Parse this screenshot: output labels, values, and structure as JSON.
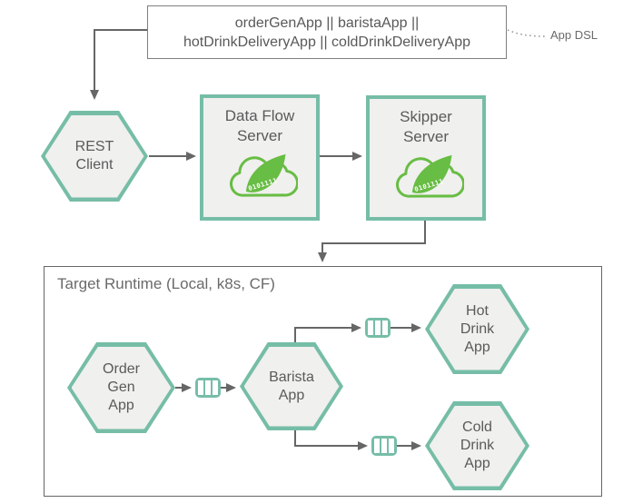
{
  "title_box": {
    "line1": "orderGenApp || baristaApp ||",
    "line2": "hotDrinkDeliveryApp || coldDrinkDeliveryApp"
  },
  "annotation": {
    "label": "App DSL"
  },
  "nodes": {
    "rest_client": {
      "lines": [
        "REST",
        "Client"
      ]
    },
    "data_flow_server": {
      "lines": [
        "Data Flow",
        "Server"
      ]
    },
    "skipper_server": {
      "lines": [
        "Skipper",
        "Server"
      ]
    },
    "order_gen_app": {
      "lines": [
        "Order",
        "Gen",
        "App"
      ]
    },
    "barista_app": {
      "lines": [
        "Barista",
        "App"
      ]
    },
    "hot_drink_app": {
      "lines": [
        "Hot",
        "Drink",
        "App"
      ]
    },
    "cold_drink_app": {
      "lines": [
        "Cold",
        "Drink",
        "App"
      ]
    }
  },
  "target_runtime": {
    "title": "Target Runtime (Local, k8s, CF)"
  },
  "icons": {
    "spring_cloud_logo": "spring-cloud-logo",
    "queue": "message-queue-icon",
    "logo_binary": "0101111"
  },
  "colors": {
    "node_border_teal": "#76bda7",
    "node_fill": "#f0f0ee",
    "spring_green": "#68bd44",
    "arrow_gray": "#666666",
    "text_gray": "#595959",
    "box_border_gray": "#7f7f7f"
  }
}
